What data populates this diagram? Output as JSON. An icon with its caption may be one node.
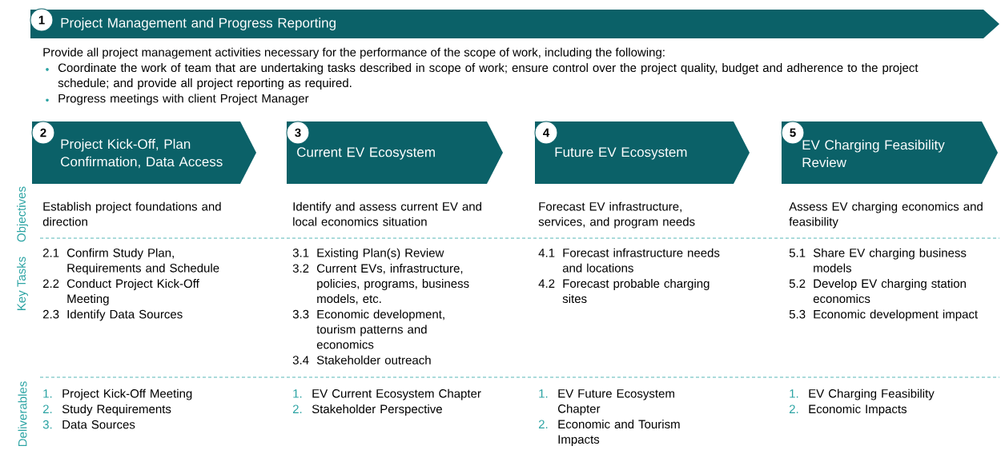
{
  "diagram": {
    "nodes": [
      {
        "text": [
          "1",
          "Project Management and Progress Reporting"
        ]
      },
      {
        "text": [
          "2",
          "Project Kick-Off, Plan Confirmation, Data Access"
        ]
      },
      {
        "text": [
          "3",
          "Current EV Ecosystem"
        ]
      },
      {
        "text": [
          "4",
          "Future EV Ecosystem"
        ]
      },
      {
        "text": [
          "5",
          "EV Charging Feasibility Review"
        ]
      }
    ],
    "labels": [
      "Provide all project management activities necessary for the performance of the scope of work, including the following:",
      "Coordinate the work of team that are undertaking tasks described in scope of work; ensure control over the project quality, budget and adherence to the project schedule; and provide all project reporting as required.",
      "Progress meetings with client Project Manager",
      "Objectives",
      "Key Tasks",
      "Deliverables",
      "Establish project foundations and direction",
      "Identify and assess current EV and local economics situation",
      "Forecast EV infrastructure, services, and program needs",
      "Assess EV charging economics and feasibility",
      "2.1",
      "Confirm Study Plan, Requirements and Schedule",
      "2.2",
      "Conduct Project Kick-Off Meeting",
      "2.3",
      "Identify Data Sources",
      "3.1",
      "Existing Plan(s) Review",
      "3.2",
      "Current EVs, infrastructure, policies, programs, business models, etc.",
      "3.3",
      "Economic development, tourism patterns and economics",
      "3.4",
      "Stakeholder outreach",
      "4.1",
      "Forecast infrastructure needs and locations",
      "4.2",
      "Forecast probable charging sites",
      "5.1",
      "Share EV charging business models",
      "5.2",
      "Develop EV charging station economics",
      "5.3",
      "Economic development impact",
      "1.",
      "Project Kick-Off Meeting",
      "2.",
      "Study Requirements",
      "3.",
      "Data Sources",
      "1.",
      "EV Current Ecosystem Chapter",
      "2.",
      "Stakeholder Perspective",
      "1.",
      "EV Future Ecosystem Chapter",
      "2.",
      "Economic and Tourism Impacts",
      "1.",
      "EV Charging Feasibility",
      "2.",
      "Economic Impacts"
    ]
  }
}
